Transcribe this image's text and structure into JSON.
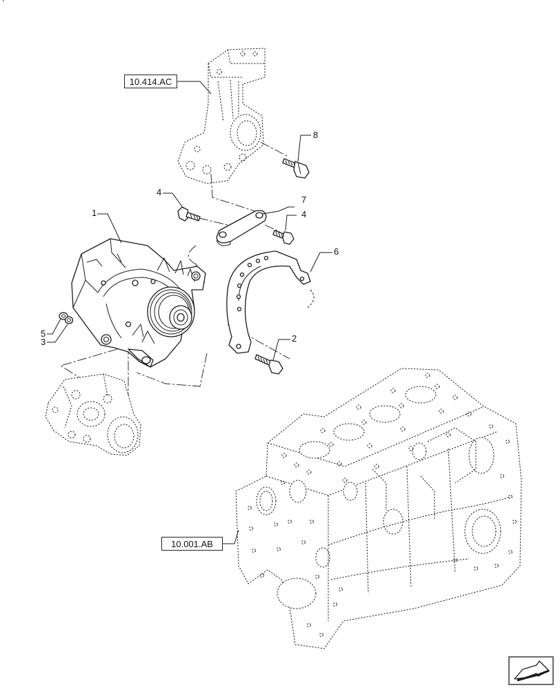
{
  "references": {
    "bracket_ref": "10.414.AC",
    "block_ref": "10.001.AB"
  },
  "callouts": {
    "c1": "1",
    "c2": "2",
    "c3": "3",
    "c4a": "4",
    "c4b": "4",
    "c5": "5",
    "c6": "6",
    "c7": "7",
    "c8": "8"
  },
  "corner_mark": "'",
  "navigation": {
    "icon": "next-page-arrow-icon"
  }
}
